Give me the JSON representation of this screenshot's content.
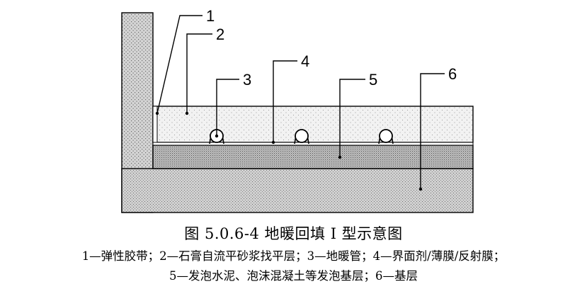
{
  "diagram": {
    "callouts": [
      "1",
      "2",
      "3",
      "4",
      "5",
      "6"
    ],
    "colors": {
      "line": "#000000",
      "wall_fill": "#d2d2d2",
      "screed_fill": "#f1f1f1",
      "foam_fill": "#bdbdbd",
      "base_fill": "#cfcfcf"
    }
  },
  "caption": {
    "title": "图 5.0.6-4  地暖回填 I 型示意图",
    "legend_line1": "1—弹性胶带；2—石膏自流平砂浆找平层；3—地暖管；4—界面剂/薄膜/反射膜；",
    "legend_line2": "5—发泡水泥、泡沫混凝土等发泡基层；6—基层"
  }
}
